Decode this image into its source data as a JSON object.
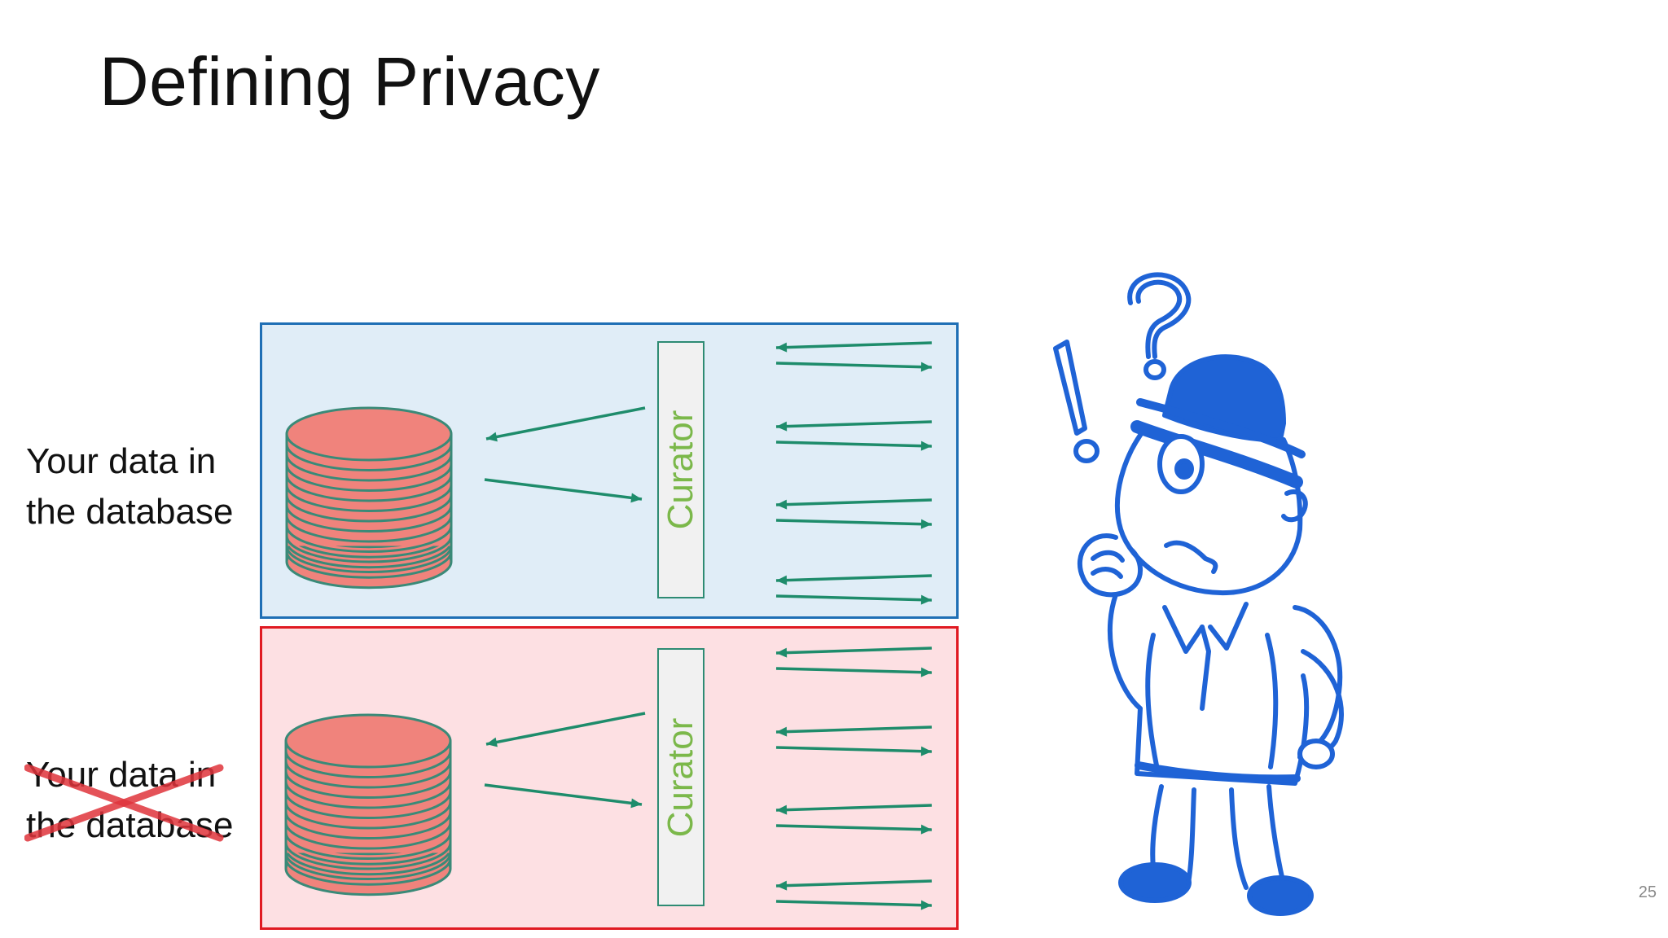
{
  "slide": {
    "title": "Defining Privacy",
    "page_number": "25"
  },
  "panels": [
    {
      "id": "with-your-data",
      "label_lines": [
        "Your data in",
        "the database"
      ],
      "label_crossed_out": false,
      "curator_label": "Curator",
      "color": "#e0edf7",
      "border_color": "#1f6fb5"
    },
    {
      "id": "without-your-data",
      "label_lines": [
        "Your data in",
        "the database"
      ],
      "label_crossed_out": true,
      "curator_label": "Curator",
      "color": "#fde0e3",
      "border_color": "#e01a22"
    }
  ],
  "colors": {
    "database_fill": "#f0837c",
    "database_stroke": "#3a8a78",
    "arrow": "#1e8c6b",
    "curator_text": "#7bb84a",
    "cross": "#e0343c",
    "detective": "#1f63d6"
  },
  "icons": {
    "database": "database-icon",
    "detective": "detective-icon",
    "cross": "cross-out-icon"
  }
}
